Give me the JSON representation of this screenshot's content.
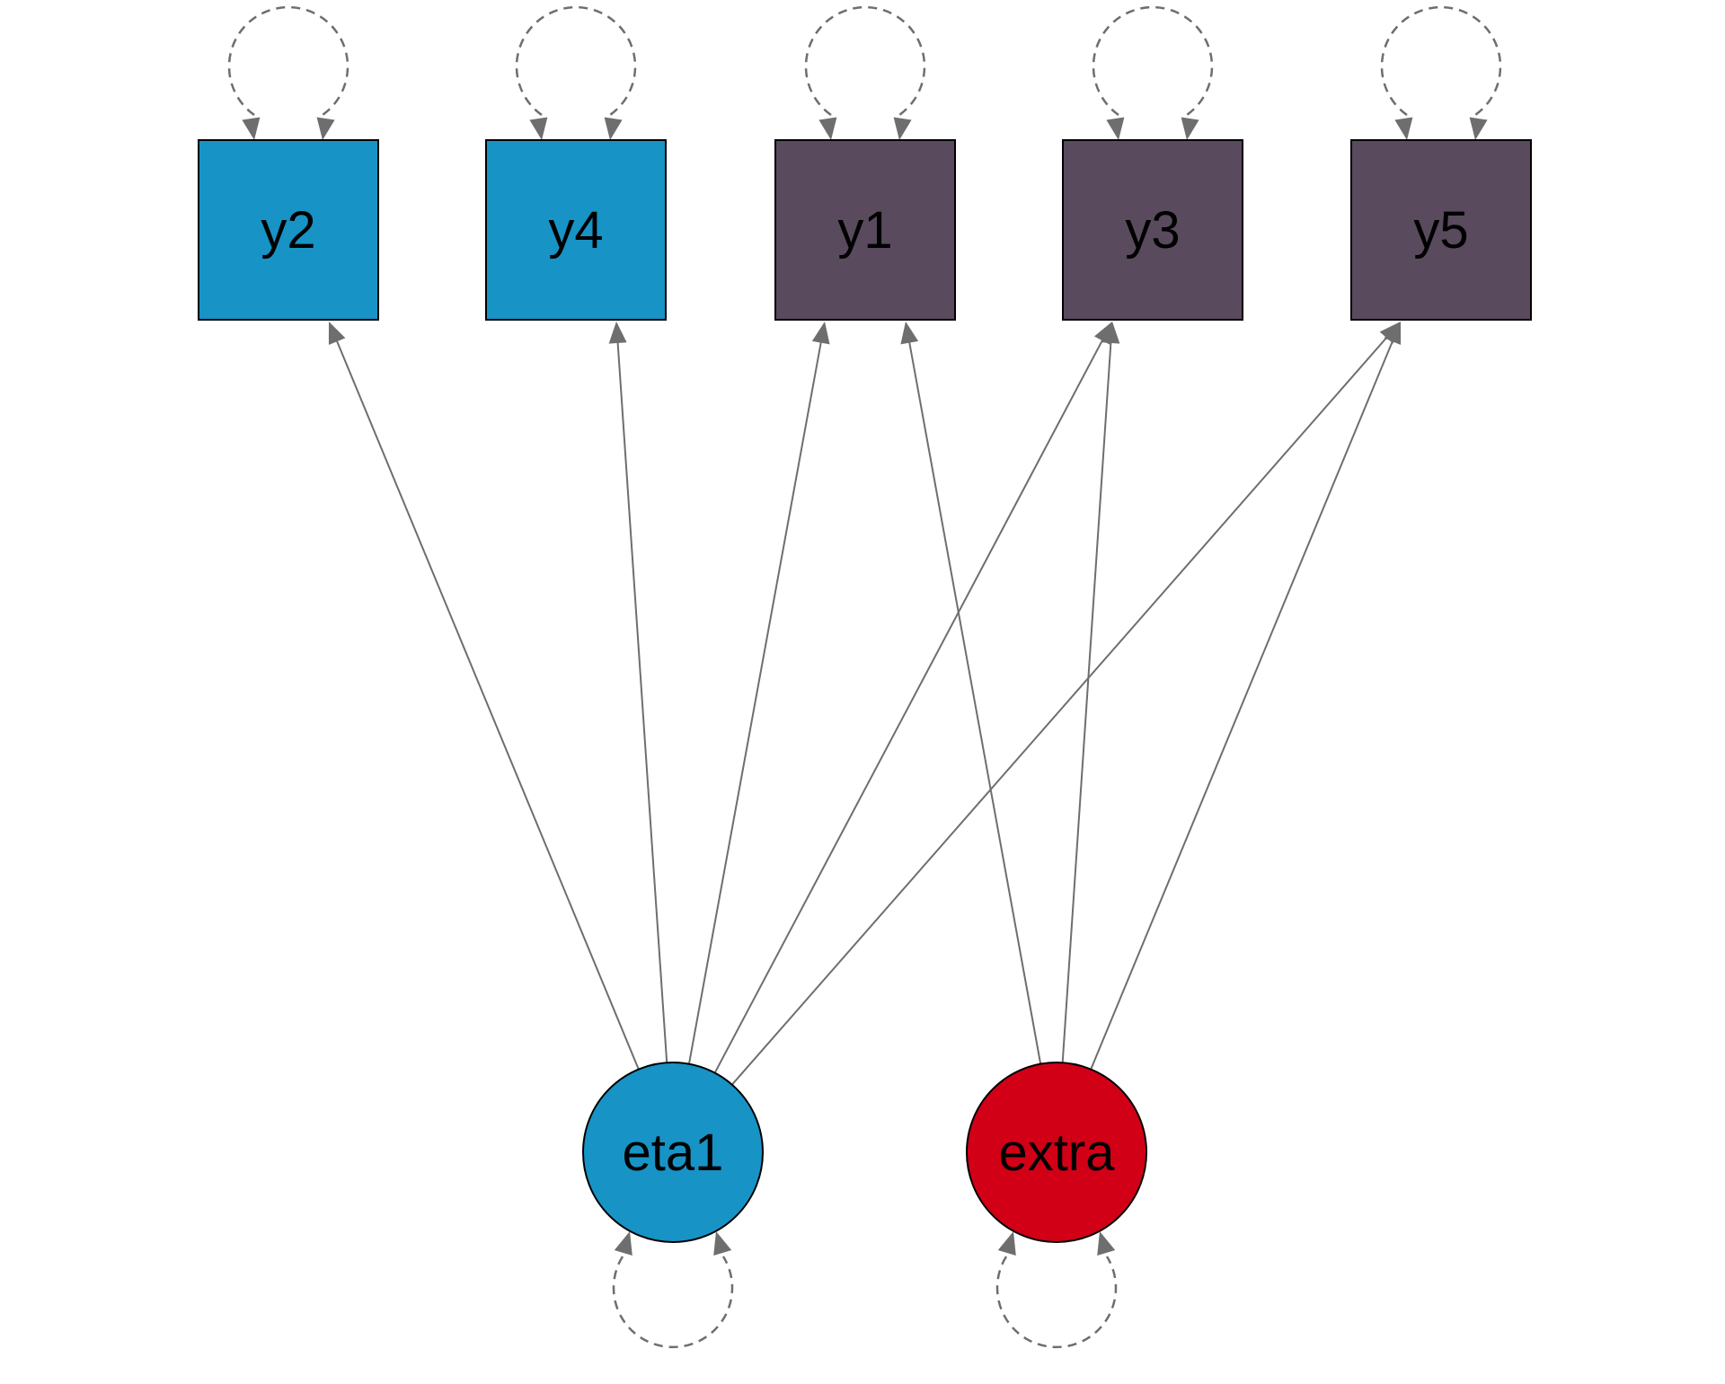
{
  "diagram": {
    "type": "SEM path diagram",
    "colors": {
      "group_a": "#1793c6",
      "group_b": "#594a5e",
      "extra": "#d10017",
      "edge": "#6e6e6e"
    },
    "observed": [
      {
        "id": "y2",
        "label": "y2",
        "group": "group_a"
      },
      {
        "id": "y4",
        "label": "y4",
        "group": "group_a"
      },
      {
        "id": "y1",
        "label": "y1",
        "group": "group_b"
      },
      {
        "id": "y3",
        "label": "y3",
        "group": "group_b"
      },
      {
        "id": "y5",
        "label": "y5",
        "group": "group_b"
      }
    ],
    "latent": [
      {
        "id": "eta1",
        "label": "eta1",
        "group": "group_a"
      },
      {
        "id": "extra",
        "label": "extra",
        "group": "extra"
      }
    ],
    "loadings": [
      {
        "from": "eta1",
        "to": "y2"
      },
      {
        "from": "eta1",
        "to": "y4"
      },
      {
        "from": "eta1",
        "to": "y1"
      },
      {
        "from": "eta1",
        "to": "y3"
      },
      {
        "from": "eta1",
        "to": "y5"
      },
      {
        "from": "extra",
        "to": "y1"
      },
      {
        "from": "extra",
        "to": "y3"
      },
      {
        "from": "extra",
        "to": "y5"
      }
    ],
    "variances": [
      "y2",
      "y4",
      "y1",
      "y3",
      "y5",
      "eta1",
      "extra"
    ]
  }
}
